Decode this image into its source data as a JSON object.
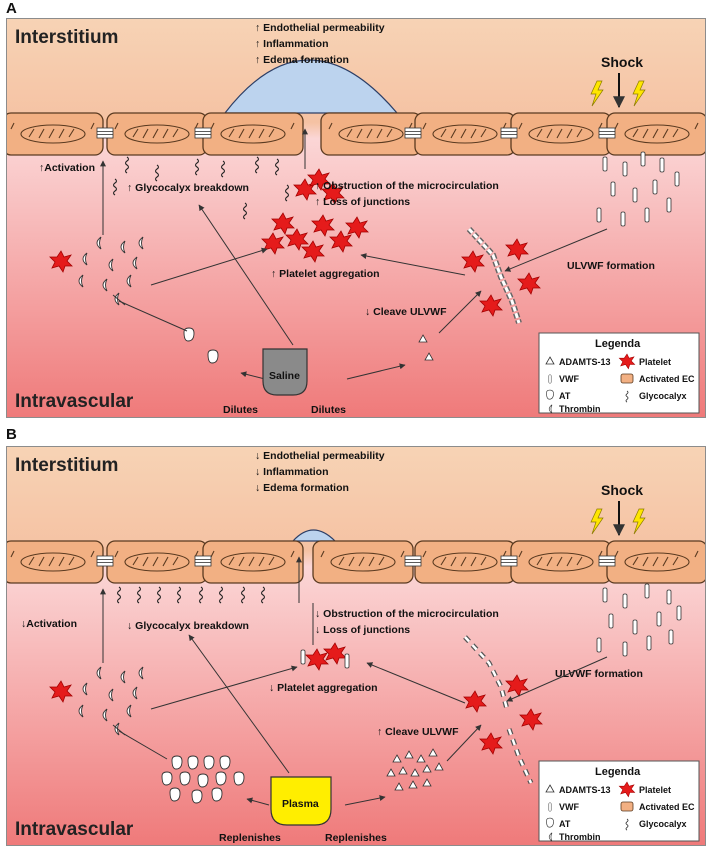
{
  "panel_a": {
    "letter": "A",
    "interstitium": "Interstitium",
    "intravascular": "Intravascular",
    "effects": [
      "↑ Endothelial permeability",
      "↑ Inflammation",
      "↑ Edema formation"
    ],
    "shock": "Shock",
    "activation": "↑Activation",
    "glycocalyx": "↑  Glycocalyx breakdown",
    "obstruction": "↑ Obstruction of the microcirculation",
    "junctions": "↑ Loss of junctions",
    "platelet_agg": "↑ Platelet aggregation",
    "ulvwf_formation": "ULVWF formation",
    "cleave": "↓ Cleave ULVWF",
    "fluid": "Saline",
    "left_action": "Dilutes",
    "right_action": "Dilutes"
  },
  "panel_b": {
    "letter": "B",
    "interstitium": "Interstitium",
    "intravascular": "Intravascular",
    "effects": [
      "↓ Endothelial permeability",
      "↓ Inflammation",
      "↓ Edema formation"
    ],
    "shock": "Shock",
    "activation": "↓Activation",
    "glycocalyx": "↓  Glycocalyx breakdown",
    "obstruction": "↓ Obstruction of the microcirculation",
    "junctions": "↓ Loss of junctions",
    "platelet_agg": "↓ Platelet aggregation",
    "ulvwf_formation": "ULVWF formation",
    "cleave": "↑ Cleave ULVWF",
    "fluid": "Plasma",
    "left_action": "Replenishes",
    "right_action": "Replenishes"
  },
  "legend": {
    "title": "Legenda",
    "items": [
      "ADAMTS-13",
      "Platelet",
      "VWF",
      "Activated EC",
      "AT",
      "Glycocalyx",
      "Thrombin"
    ]
  },
  "colors": {
    "interstitium_top": "#f6c8a6",
    "intravascular_bottom": "#ef7f7f",
    "cell_fill": "#f2b083",
    "edema_fill": "#bcd3ee",
    "platelet": "#e51b1b",
    "saline_box": "#8a8a8a",
    "plasma_box": "#ffee00",
    "lightning": "#ffe600"
  }
}
